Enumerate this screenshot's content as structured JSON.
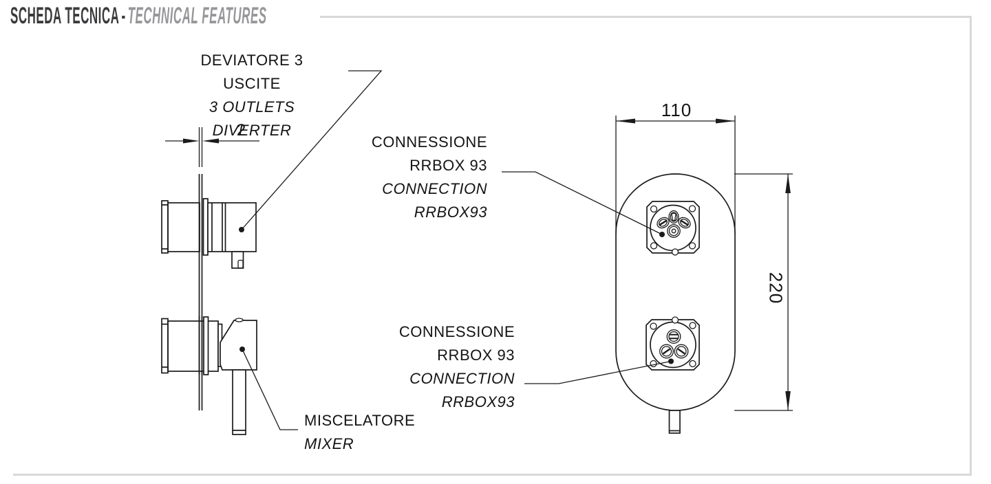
{
  "title": {
    "it": "SCHEDA TECNICA",
    "sep": "-",
    "en": "TECHNICAL FEATURES"
  },
  "labels": {
    "diverter": {
      "it": "DEVIATORE 3 USCITE",
      "en": "3 OUTLETS DIVERTER"
    },
    "connection_top": {
      "it1": "CONNESSIONE",
      "it2": "RRBOX 93",
      "en1": "CONNECTION",
      "en2": "RRBOX93"
    },
    "connection_bottom": {
      "it1": "CONNESSIONE",
      "it2": "RRBOX 93",
      "en1": "CONNECTION",
      "en2": "RRBOX93"
    },
    "mixer": {
      "it": "MISCELATORE",
      "en": "MIXER"
    }
  },
  "dimensions": {
    "plate_thickness": "2",
    "width": "110",
    "height": "220"
  },
  "colors": {
    "line": "#1b1b1b",
    "title_primary": "#3b3b3d",
    "title_secondary": "#97979a",
    "frame": "#d8d8da"
  }
}
